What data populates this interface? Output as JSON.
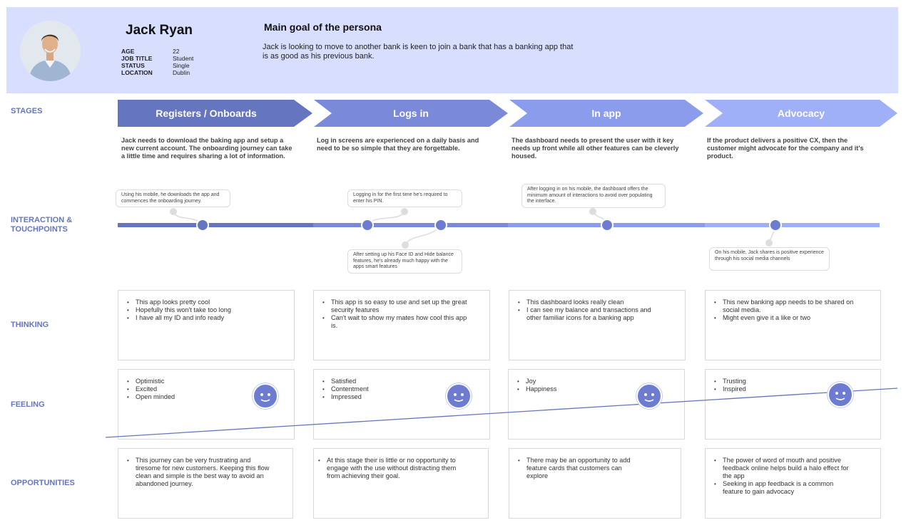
{
  "persona": {
    "name": "Jack Ryan",
    "age_label": "AGE",
    "age": "22",
    "job_label": "JOB TITLE",
    "job": "Student",
    "status_label": "STATUS",
    "status": "Single",
    "location_label": "LOCATION",
    "location": "Dublin",
    "goal_title": "Main goal of the persona",
    "goal_text": "Jack is looking to move to another bank is keen to join a bank that has a banking app that is as good as his previous bank."
  },
  "row_labels": {
    "stages": "STAGES",
    "interaction_line1": "INTERACTION &",
    "interaction_line2": "TOUCHPOINTS",
    "thinking": "THINKING",
    "feeling": "FEELING",
    "opportunities": "OPPORTUNITIES"
  },
  "colors": {
    "header_bg": "#d8defe",
    "label": "#6575bf",
    "stage1": "#6575bf",
    "stage2": "#7a8ad8",
    "stage3": "#8c9cec",
    "stage4": "#9fb0f8",
    "face": "#6d7bd0"
  },
  "stages": [
    {
      "title": "Registers / Onboards",
      "desc": "Jack needs to download the baking app and setup a new current account. The onboarding journey can take a little time and requires sharing a lot of information."
    },
    {
      "title": "Logs in",
      "desc": "Log in screens are experienced on a daily basis and need to be so simple that they are forgettable."
    },
    {
      "title": "In app",
      "desc": "The dashboard needs to present the user with it key needs up front while all other features can be cleverly housed."
    },
    {
      "title": "Advocacy",
      "desc": "If the product delivers a positive CX, then the customer might advocate for the company and it's product."
    }
  ],
  "touchpoints": [
    "Using his mobile, he downloads the app and commences the onboarding journey.",
    "Logging in for the first time he's required to enter his PIN.",
    "After setting up his Face ID and Hide balance features, he's already much happy with the apps smart features",
    "After logging in on his mobile, the dashboard offers the minimum amount of interactions to avoid over populating the interface.",
    "On his mobile, Jack shares is positive experience through his social media channels"
  ],
  "thinking": [
    [
      "This app looks pretty cool",
      "Hopefully this won't take too long",
      "I have all my ID and info ready"
    ],
    [
      "This app is so easy to use and set up the great security features",
      "Can't wait to show my mates how cool this app is."
    ],
    [
      "This dashboard looks really clean",
      "I can see my balance and transactions and other familiar icons for a banking app"
    ],
    [
      "This new banking app needs to be shared on social media.",
      "Might even give it a like or two"
    ]
  ],
  "feeling": [
    [
      "Optimistic",
      "Excited",
      "Open minded"
    ],
    [
      "Satisfied",
      "Contentment",
      "Impressed"
    ],
    [
      "Joy",
      "Happiness"
    ],
    [
      "Trusting",
      "Inspired"
    ]
  ],
  "opportunities": [
    [
      "This journey can be very frustrating and tiresome for new customers. Keeping this flow clean and simple is the best way to avoid an abandoned journey."
    ],
    [
      "At this stage their is little or no opportunity to engage with the use without distracting them from achieving their goal."
    ],
    [
      "There may be an opportunity to add feature cards that customers can explore"
    ],
    [
      "The power of word of mouth and positive feedback online helps build a halo effect for the app",
      "Seeking in app feedback is a common feature to gain advocacy"
    ]
  ]
}
